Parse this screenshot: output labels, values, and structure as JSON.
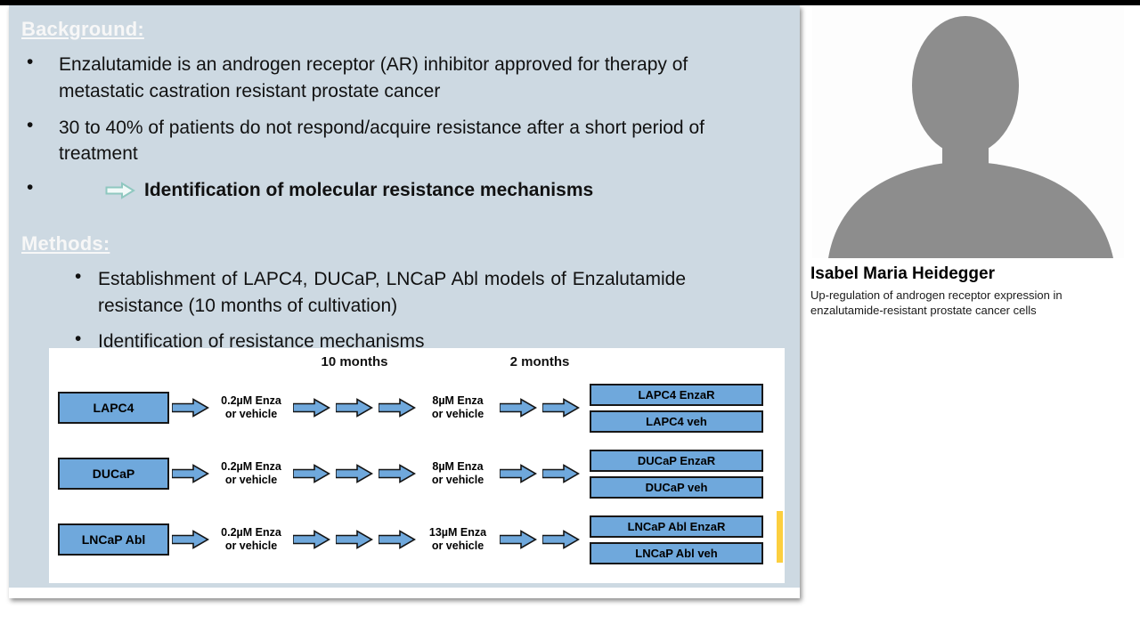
{
  "slide": {
    "background": {
      "heading": "Background:",
      "bullets": [
        "Enzalutamide is an androgen receptor (AR) inhibitor approved for therapy of metastatic castration resistant prostate cancer",
        "30 to 40% of patients do not respond/acquire resistance after a short period of treatment"
      ],
      "highlight": "Identification of molecular resistance mechanisms"
    },
    "methods": {
      "heading": "Methods:",
      "bullets": [
        "Establishment of LAPC4, DUCaP, LNCaP Abl models of Enzalutamide resistance (10 months of cultivation)",
        "Identification of resistance mechanisms"
      ]
    },
    "diagram": {
      "phase1_label": "10 months",
      "phase2_label": "2 months",
      "rows": [
        {
          "cell_line": "LAPC4",
          "dose1": "0.2µM Enza\nor vehicle",
          "dose2": "8µM Enza\nor vehicle",
          "result_top": "LAPC4 EnzaR",
          "result_bottom": "LAPC4 veh"
        },
        {
          "cell_line": "DUCaP",
          "dose1": "0.2µM Enza\nor vehicle",
          "dose2": "8µM Enza\nor vehicle",
          "result_top": "DUCaP EnzaR",
          "result_bottom": "DUCaP veh"
        },
        {
          "cell_line": "LNCaP Abl",
          "dose1": "0.2µM Enza\nor vehicle",
          "dose2": "13µM Enza\nor vehicle",
          "result_top": "LNCaP Abl EnzaR",
          "result_bottom": "LNCaP Abl veh"
        }
      ]
    }
  },
  "speaker": {
    "name": "Isabel Maria Heidegger",
    "talk_title": "Up-regulation of androgen receptor expression in\nenzalutamide-resistant prostate cancer cells"
  },
  "colors": {
    "slide_panel_bg": "#cdd9e2",
    "diagram_box_fill": "#6fa8dc",
    "highlight_arrow_stroke": "#8fc8c0",
    "silhouette_gray": "#8d8d8d",
    "yellow_accent": "#fccf3f"
  },
  "icons": {
    "flow_arrow": "block-right-arrow",
    "highlight_arrow": "hollow-right-arrow",
    "speaker_silhouette": "person-silhouette"
  }
}
